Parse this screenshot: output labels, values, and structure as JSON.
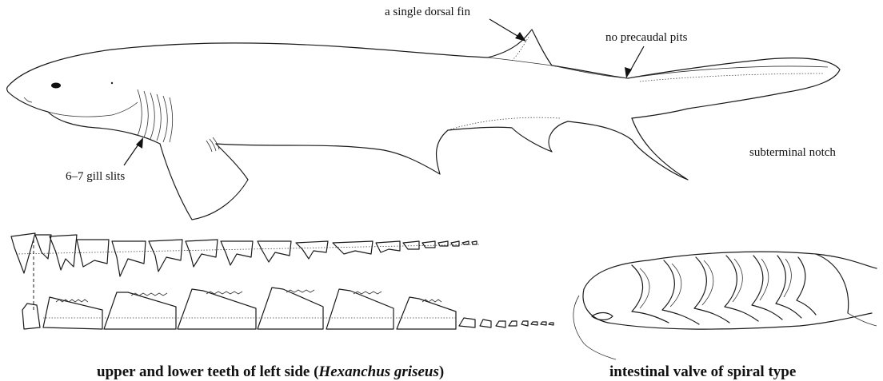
{
  "labels": {
    "dorsal_fin": "a single dorsal fin",
    "precaudal_pits": "no precaudal pits",
    "subterminal_notch": "subterminal notch",
    "gill_slits": "6–7 gill slits"
  },
  "captions": {
    "teeth_prefix": "upper and lower teeth of left side (",
    "teeth_species": "Hexanchus griseus",
    "teeth_suffix": ")",
    "valve": "intestinal valve of spiral type"
  }
}
